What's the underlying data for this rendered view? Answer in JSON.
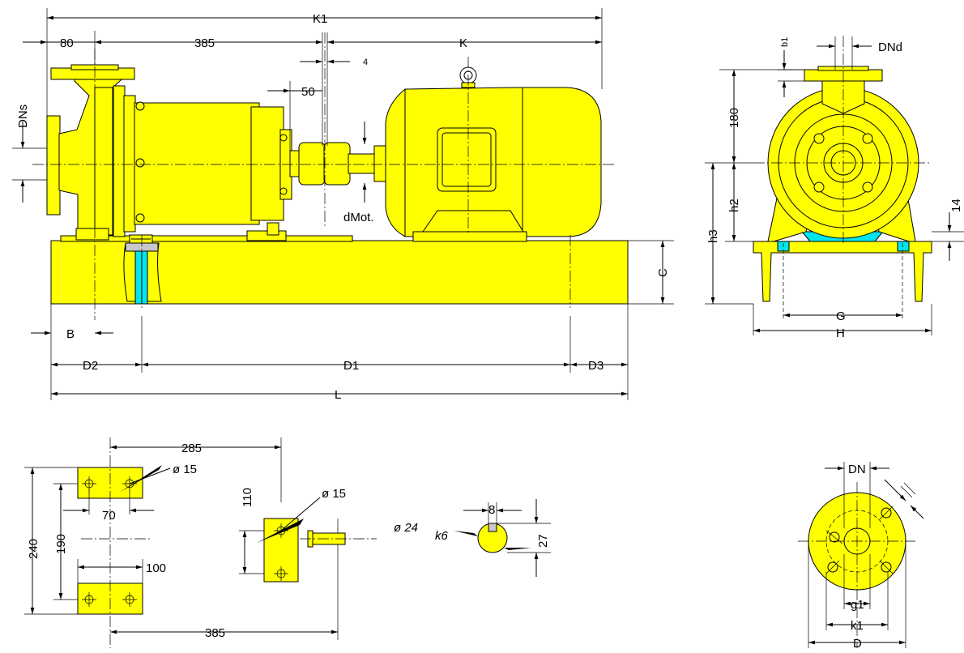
{
  "labels": {
    "K1": "K1",
    "n80": "80",
    "n385_top": "385",
    "K": "K",
    "n4": "4",
    "n50": "50",
    "DNs": "DNs",
    "dMot": "dMot.",
    "C": "C",
    "B": "B",
    "D2": "D2",
    "D1": "D1",
    "D3": "D3",
    "L": "L",
    "b1": "b1",
    "DNd": "DNd",
    "n180": "180",
    "h3": "h3",
    "h2": "h2",
    "n14": "14",
    "G": "G",
    "H": "H",
    "n285": "285",
    "dia15_a": "ø 15",
    "n70": "70",
    "n240": "240",
    "n190": "190",
    "n100": "100",
    "n385_bottom": "385",
    "n110": "110",
    "dia15_b": "ø 15",
    "dia24": "ø 24",
    "k6": "k6",
    "n8": "8",
    "n27": "27",
    "DN": "DN",
    "g1": "g1",
    "k1": "k1",
    "D": "D"
  },
  "colors": {
    "body": "#ffff00",
    "accent": "#00e5ee",
    "line": "#000000"
  }
}
